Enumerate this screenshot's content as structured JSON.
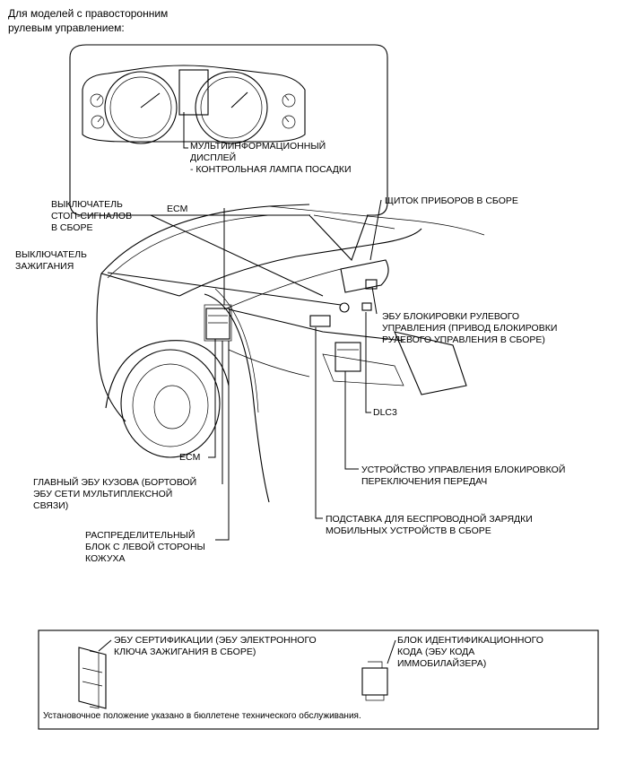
{
  "header": {
    "line1": "Для моделей с правосторонним",
    "line2": "рулевым управлением:"
  },
  "callouts": {
    "multi_display": [
      "МУЛЬТИИНФОРМАЦИОННЫЙ",
      "ДИСПЛЕЙ",
      "- КОНТРОЛЬНАЯ ЛАМПА ПОСАДКИ"
    ],
    "stop_switch": [
      "ВЫКЛЮЧАТЕЛЬ",
      "СТОП-СИГНАЛОВ",
      "В СБОРЕ"
    ],
    "ignition_switch": [
      "ВЫКЛЮЧАТЕЛЬ",
      "ЗАЖИГАНИЯ"
    ],
    "ecm_top": "ECM",
    "instrument_cluster": "ЩИТОК ПРИБОРОВ В СБОРЕ",
    "steering_lock": [
      "ЭБУ БЛОКИРОВКИ РУЛЕВОГО",
      "УПРАВЛЕНИЯ (ПРИВОД БЛОКИРОВКИ",
      "РУЛЕВОГО УПРАВЛЕНИЯ В СБОРЕ)"
    ],
    "dlc3": "DLC3",
    "ecm_bottom": "ECM",
    "shift_lock": [
      "УСТРОЙСТВО УПРАВЛЕНИЯ БЛОКИРОВКОЙ",
      "ПЕРЕКЛЮЧЕНИЯ ПЕРЕДАЧ"
    ],
    "main_body_ecu": [
      "ГЛАВНЫЙ ЭБУ КУЗОВА (БОРТОВОЙ",
      "ЭБУ СЕТИ МУЛЬТИПЛЕКСНОЙ",
      "СВЯЗИ)"
    ],
    "wireless_charger": [
      "ПОДСТАВКА ДЛЯ БЕСПРОВОДНОЙ ЗАРЯДКИ",
      "МОБИЛЬНЫХ УСТРОЙСТВ В СБОРЕ"
    ],
    "junction_block": [
      "РАСПРЕДЕЛИТЕЛЬНЫЙ",
      "БЛОК С ЛЕВОЙ СТОРОНЫ",
      "КОЖУХА"
    ]
  },
  "legend_box": {
    "certification_ecu": [
      "ЭБУ СЕРТИФИКАЦИИ (ЭБУ ЭЛЕКТРОННОГО",
      "КЛЮЧА ЗАЖИГАНИЯ В СБОРЕ)"
    ],
    "id_code_box": [
      "БЛОК ИДЕНТИФИКАЦИОННОГО",
      "КОДА (ЭБУ КОДА",
      "ИММОБИЛАЙЗЕРА)"
    ],
    "note": "Установочное положение указано в бюллетене технического обслуживания."
  }
}
